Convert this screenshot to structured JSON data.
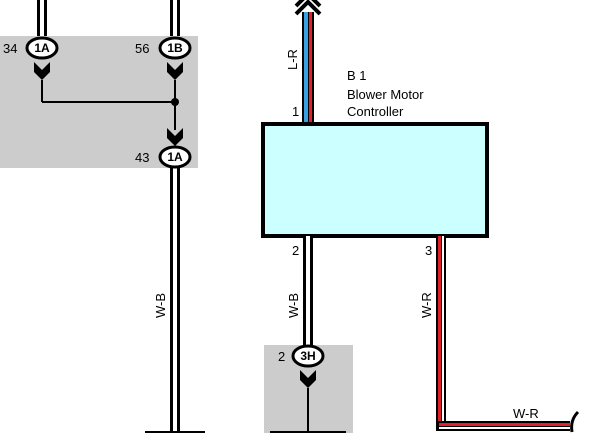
{
  "component": {
    "id": "B 1",
    "name_line1": "Blower Motor",
    "name_line2": "Controller",
    "fill_color": "#ccffff",
    "pins": {
      "top": "1",
      "bottom_left": "2",
      "bottom_right": "3"
    }
  },
  "connectors": {
    "left_top": {
      "pin": "34",
      "code": "1A"
    },
    "right_top": {
      "pin": "56",
      "code": "1B"
    },
    "junction_bottom": {
      "pin": "43",
      "code": "1A"
    },
    "ground": {
      "pin": "2",
      "code": "3H"
    }
  },
  "wires": {
    "left_main": "W-B",
    "motor_in": "L-R",
    "motor_out_ground": "W-B",
    "motor_out_3": "W-R",
    "bottom_right": "W-R"
  },
  "colors": {
    "wire_white": "#ffffff",
    "wire_black": "#000000",
    "wire_red": "#e0202a",
    "wire_blue": "#3aa0e0",
    "shade": "#cccccc"
  }
}
